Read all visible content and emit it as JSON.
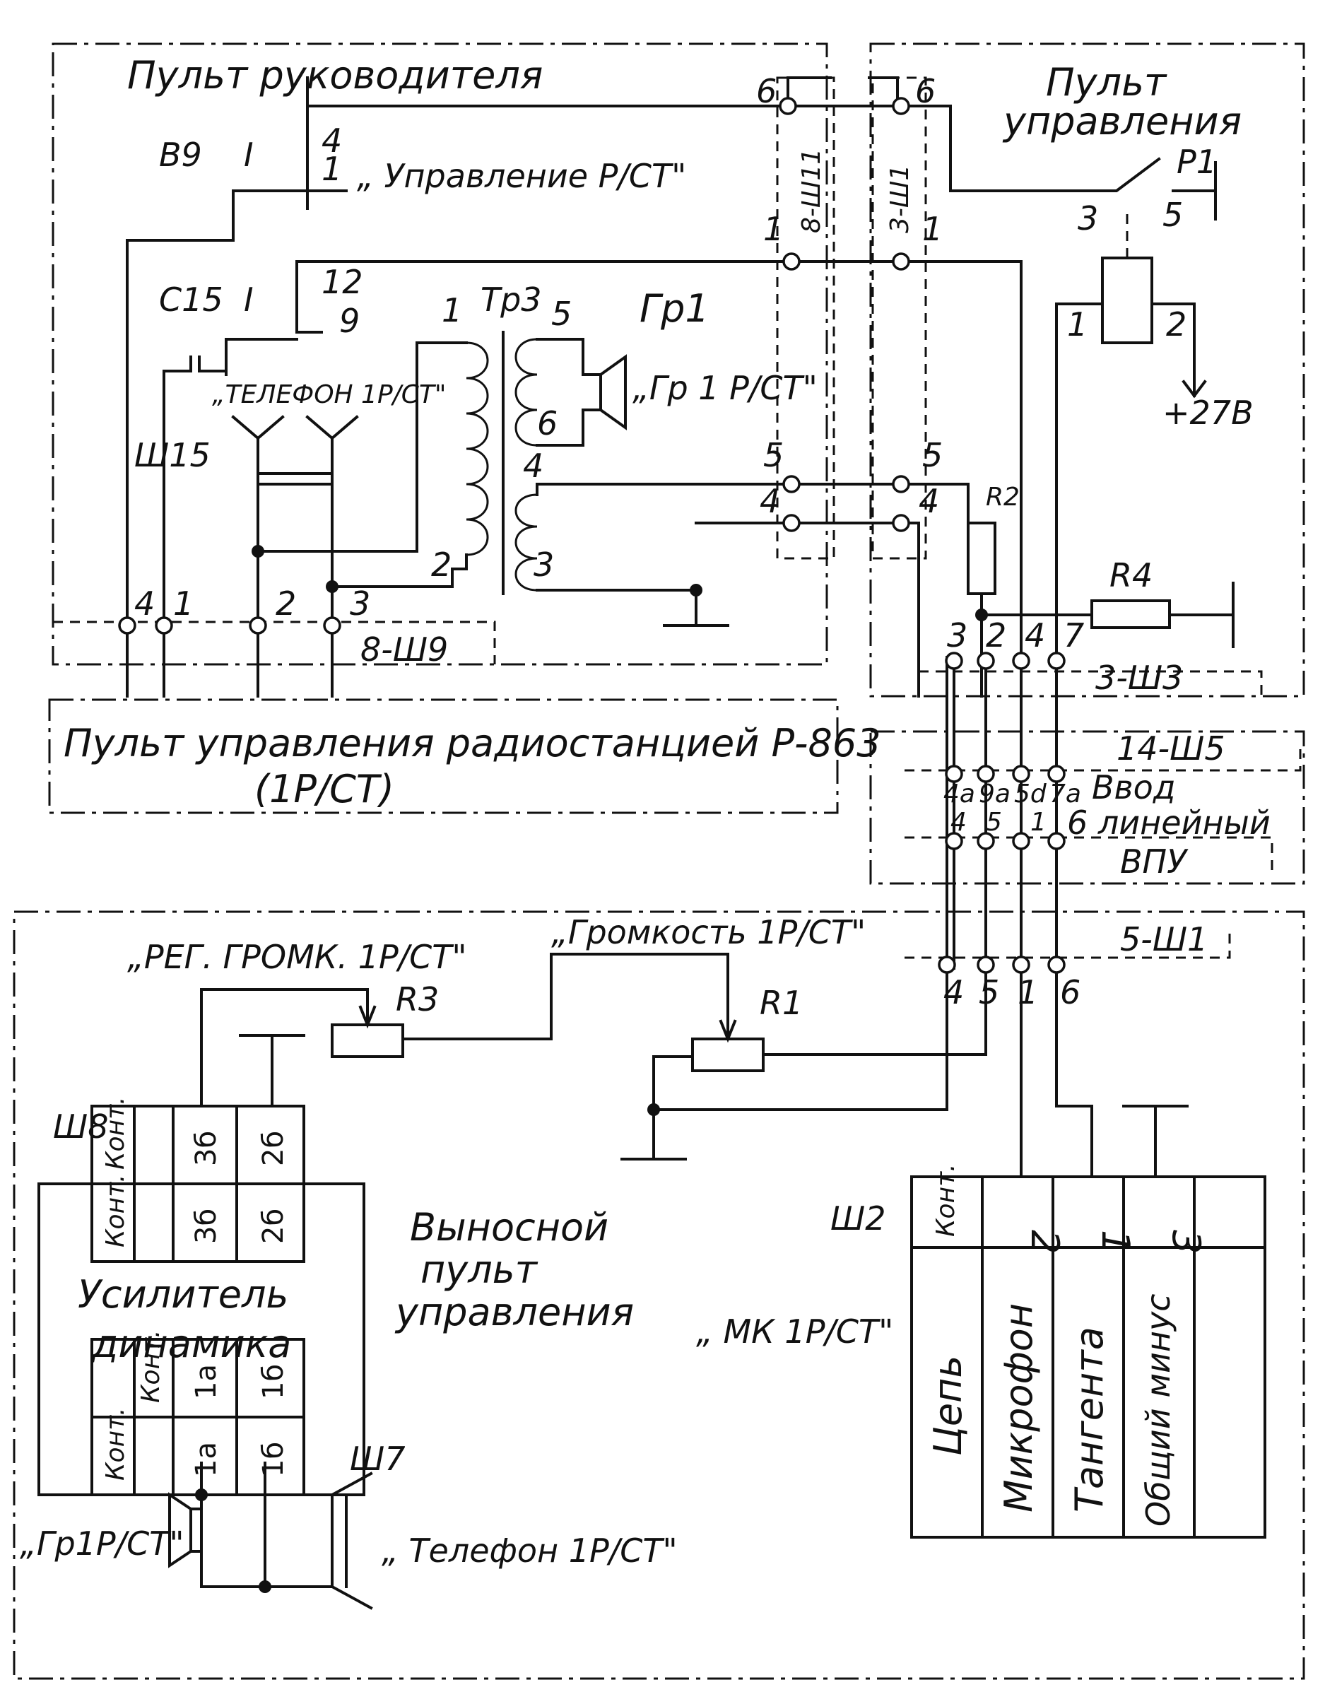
{
  "blocks": {
    "leader_panel": "Пульт руководителя",
    "control_panel_line1": "Пульт",
    "control_panel_line2": "управления",
    "radio_panel_line1": "Пульт управления радиостанцией Р-863",
    "radio_panel_line2": "(1Р/СТ)",
    "remote_line1": "Выносной",
    "remote_line2": "пульт",
    "remote_line3": "управления",
    "amp_line1": "Усилитель",
    "amp_line2": "динамика"
  },
  "labels": {
    "b9": "В9",
    "b9_pos": "I",
    "b9_pin4": "4",
    "b9_pin1": "1",
    "b9_name": "„ Управление Р/СТ\"",
    "c15": "С15",
    "c15_pos": "I",
    "c15_pin12": "12",
    "c15_pin9": "9",
    "tel_name": "„ТЕЛЕФОН 1Р/СТ\"",
    "sh15": "Ш15",
    "tr3": "Тр3",
    "tr3_sup": "3",
    "tr_1": "1",
    "tr_5": "5",
    "tr_6": "6",
    "tr_4": "4",
    "tr_2": "2",
    "tr_3": "3",
    "gr1": "Гр1",
    "gr1_name": "„Гр 1 Р/СТ\"",
    "sh11": "8-Ш11",
    "sh1": "3-Ш1",
    "c_6a": "6",
    "c_6b": "6",
    "c_1a": "1",
    "c_1b": "1",
    "c_5a": "5",
    "c_5b": "5",
    "c_4a": "4",
    "c_4b": "4",
    "p1": "Р1",
    "p1_3": "3",
    "p1_5": "5",
    "relay_1": "1",
    "relay_2": "2",
    "v27": "+27В",
    "r2": "R2",
    "r4": "R4",
    "sh9": "8-Ш9",
    "sh9_4": "4",
    "sh9_1": "1",
    "sh9_2": "2",
    "sh9_3": "3",
    "sh3": "3-Ш3",
    "sh3_3": "3",
    "sh3_2": "2",
    "sh3_4": "4",
    "sh3_7": "7",
    "sh5": "14-Ш5",
    "vvod_1": "Ввод",
    "vvod_2": "6 линейный",
    "vvod_3": "ВПУ",
    "sh5_4a": "4а",
    "sh5_9a": "9а",
    "sh5_5d": "5d",
    "sh5_7a": "7а",
    "sh5_4": "4",
    "sh5_5": "5",
    "sh5_1": "1",
    "sh1_5": "5-Ш1",
    "sh1b_4": "4",
    "sh1b_5": "5",
    "sh1b_1": "1",
    "sh1b_6": "6",
    "reg_name": "„РЕГ. ГРОМК. 1Р/СТ\"",
    "vol_name": "„Громкость 1Р/СТ\"",
    "r3": "R3",
    "r1": "R1",
    "sh8": "Ш8",
    "sh7": "Ш7",
    "sh2": "Ш2",
    "mk_name": "„ МК 1Р/СТ\"",
    "gr1_bottom": "„Гр1Р/СТ\"",
    "tel_bottom": "„ Телефон 1Р/СТ\""
  },
  "amp_tables": {
    "top": {
      "kont": "Конт.",
      "c1": "3б",
      "c2": "2б"
    },
    "top2": {
      "kont": "Конт.",
      "c1": "3б",
      "c2": "2б"
    },
    "bot": {
      "kont": "Конт.",
      "c1": "1а",
      "c2": "1б"
    },
    "bot2": {
      "kont": "Конт.",
      "c1": "1а",
      "c2": "1б"
    }
  },
  "sh2_table": {
    "kont": "Конт.",
    "pins": [
      "2",
      "1",
      "3"
    ],
    "col0": "Цепь",
    "col1": "Микрофон",
    "col2": "Тангента",
    "col3": "Общий минус"
  }
}
